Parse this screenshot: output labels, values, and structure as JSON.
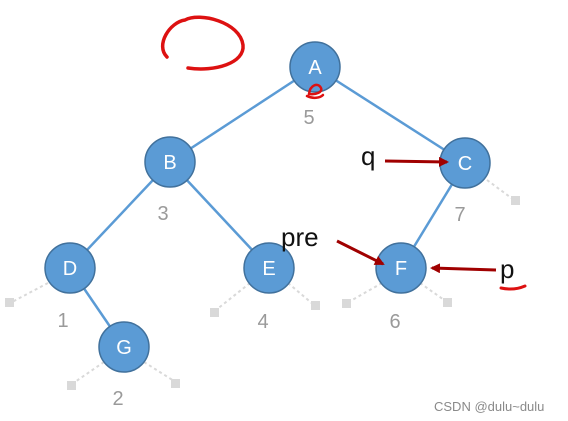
{
  "colors": {
    "node_fill": "#5b9bd5",
    "node_stroke": "#41719c",
    "edge": "#5b9bd5",
    "null_edge": "#d9d9d9",
    "arrow": "#a00000",
    "ink": "#dd1111"
  },
  "nodes": [
    {
      "id": "A",
      "label": "A",
      "index": "5"
    },
    {
      "id": "B",
      "label": "B",
      "index": "3"
    },
    {
      "id": "C",
      "label": "C",
      "index": "7"
    },
    {
      "id": "D",
      "label": "D",
      "index": "1"
    },
    {
      "id": "E",
      "label": "E",
      "index": "4"
    },
    {
      "id": "F",
      "label": "F",
      "index": "6"
    },
    {
      "id": "G",
      "label": "G",
      "index": "2"
    }
  ],
  "edges": [
    [
      "A",
      "B"
    ],
    [
      "A",
      "C"
    ],
    [
      "B",
      "D"
    ],
    [
      "B",
      "E"
    ],
    [
      "C",
      "F"
    ],
    [
      "D",
      "G"
    ]
  ],
  "pointers": {
    "q": "q",
    "pre": "pre",
    "p": "p"
  },
  "watermark": "CSDN @dulu~dulu"
}
